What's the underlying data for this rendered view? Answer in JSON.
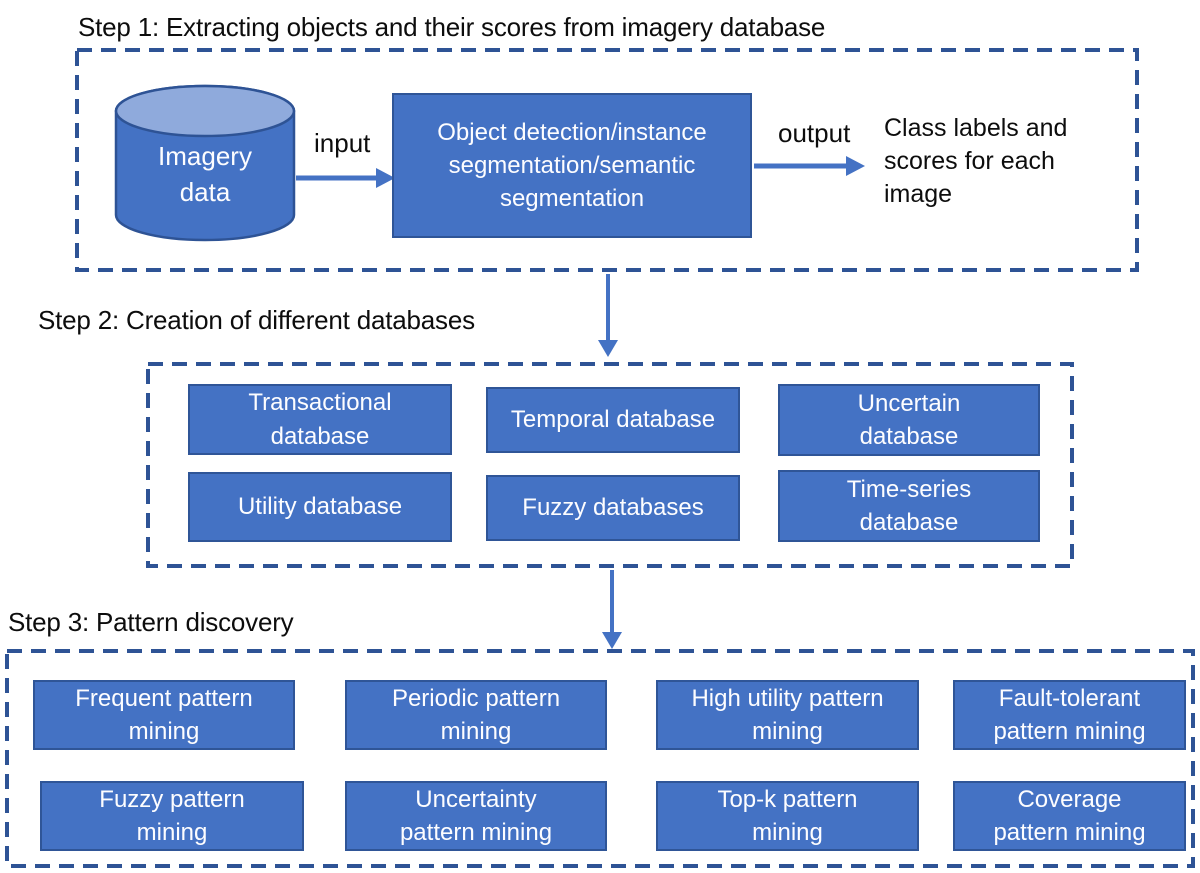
{
  "diagram": {
    "step1": {
      "title": "Step 1: Extracting objects and their scores from imagery database",
      "cylinder_label": "Imagery\ndata",
      "input_label": "input",
      "process_label": "Object detection/instance\nsegmentation/semantic\nsegmentation",
      "output_label": "output",
      "result_label": "Class labels and\nscores for each\nimage"
    },
    "step2": {
      "title": "Step 2: Creation of different databases",
      "boxes": [
        "Transactional\ndatabase",
        "Temporal database",
        "Uncertain\ndatabase",
        "Utility database",
        "Fuzzy databases",
        "Time-series\ndatabase"
      ]
    },
    "step3": {
      "title": "Step 3: Pattern discovery",
      "boxes": [
        "Frequent pattern\nmining",
        "Periodic pattern\nmining",
        "High utility pattern\nmining",
        "Fault-tolerant\npattern mining",
        "Fuzzy pattern\nmining",
        "Uncertainty\npattern mining",
        "Top-k pattern\nmining",
        "Coverage\npattern mining"
      ]
    },
    "colors": {
      "box_fill": "#4472C4",
      "box_border": "#2f5597",
      "cylinder_top": "#8faadc",
      "dashed_border": "#2e5395",
      "arrow": "#4472C4",
      "box_text": "#ffffff",
      "title_text": "#0d0d0d"
    }
  }
}
